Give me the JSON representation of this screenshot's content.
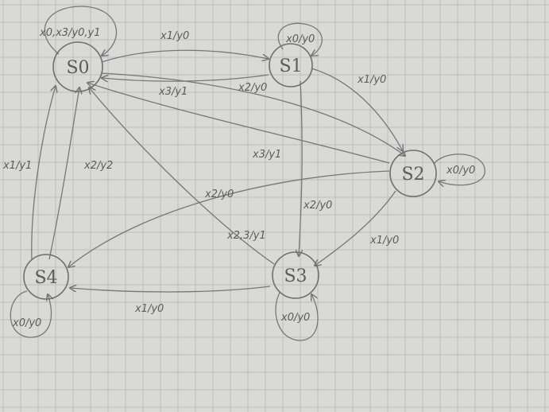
{
  "diagram": {
    "states": [
      {
        "id": "s0",
        "label": "S0"
      },
      {
        "id": "s1",
        "label": "S1"
      },
      {
        "id": "s2",
        "label": "S2"
      },
      {
        "id": "s3",
        "label": "S3"
      },
      {
        "id": "s4",
        "label": "S4"
      }
    ],
    "transitions": [
      {
        "from": "s0",
        "to": "s0",
        "label": "x0,x3/y0,y1"
      },
      {
        "from": "s1",
        "to": "s1",
        "label": "x0/y0"
      },
      {
        "from": "s2",
        "to": "s2",
        "label": "x0/y0"
      },
      {
        "from": "s3",
        "to": "s3",
        "label": "x0/y0"
      },
      {
        "from": "s4",
        "to": "s4",
        "label": "x0/y0"
      },
      {
        "from": "s0",
        "to": "s1",
        "label": "x1/y0"
      },
      {
        "from": "s1",
        "to": "s0",
        "label": "x3/y1"
      },
      {
        "from": "s1",
        "to": "s2",
        "label": "x1/y0"
      },
      {
        "from": "s0",
        "to": "s2",
        "label": "x2/y0"
      },
      {
        "from": "s2",
        "to": "s0",
        "label": "x3/y1"
      },
      {
        "from": "s2",
        "to": "s4",
        "label": "x2/y0"
      },
      {
        "from": "s1",
        "to": "s3",
        "label": "x2/y0"
      },
      {
        "from": "s2",
        "to": "s3",
        "label": "x1/y0"
      },
      {
        "from": "s3",
        "to": "s0",
        "label": "x2,3/y1"
      },
      {
        "from": "s3",
        "to": "s4",
        "label": "x1/y0"
      },
      {
        "from": "s4",
        "to": "s0",
        "label": "x1/y1"
      },
      {
        "from": "s4",
        "to": "s0",
        "label": "x2/y2"
      }
    ]
  }
}
